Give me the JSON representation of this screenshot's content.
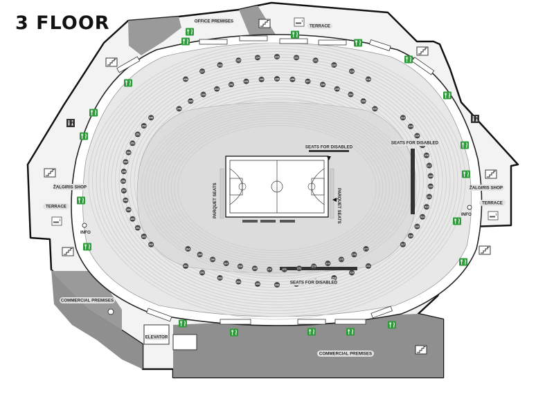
{
  "title": "3 FLOOR",
  "labels": {
    "office_premises": "OFFICE PREMISES",
    "terrace_top": "TERRACE",
    "terrace_left": "TERRACE",
    "terrace_right": "TERRACE",
    "zalgiris_shop_left": "ŽALGIRIS SHOP",
    "zalgiris_shop_right": "ŽALGIRIS SHOP",
    "info_left": "INFO",
    "info_right": "INFO",
    "commercial_left": "COMMERCIAL PREMISES",
    "commercial_bottom": "COMMERCIAL PREMISES",
    "elevator": "ELEVATOR",
    "seats_disabled_top": "SEATS FOR DISABLED",
    "seats_disabled_right": "SEATS FOR DISABLED",
    "seats_disabled_bottom": "SEATS FOR DISABLED",
    "parquet_left": "PARQUET SEATS",
    "parquet_right": "PARQUET SEATS"
  },
  "colors": {
    "outline": "#111111",
    "premises": "#8f8f8f",
    "corridor": "#f2f2f2",
    "food_icon": "#2e9b3a",
    "court": "#ffffff",
    "seating": "#d9d9d9"
  },
  "icons": {
    "food": "fork-knife-icon",
    "toilet": "toilet-icon",
    "stairs": "stairs-icon",
    "elevator": "elevator-icon",
    "smoking": "smoking-area-icon",
    "info": "info-icon",
    "cloakroom": "hanger-icon"
  },
  "sections": {
    "top_outer": [
      "228",
      "227",
      "226",
      "225",
      "224",
      "223",
      "222",
      "221",
      "220",
      "219",
      "218"
    ],
    "top_inner": [
      "246",
      "245",
      "244",
      "243",
      "242",
      "241",
      "240",
      "239",
      "238",
      "237",
      "236",
      "235",
      "234",
      "233",
      "232"
    ],
    "bottom_outer": [
      "201",
      "202",
      "203",
      "204",
      "205",
      "206",
      "207",
      "208",
      "209",
      "210",
      "211"
    ],
    "bottom_inner": [
      "264",
      "265",
      "266",
      "267",
      "268",
      "269",
      "270",
      "271",
      "272",
      "273",
      "274",
      "275",
      "276",
      "277"
    ],
    "left": [
      "249",
      "250",
      "251",
      "252",
      "253",
      "254",
      "255",
      "256",
      "257",
      "258",
      "259",
      "260",
      "261",
      "262",
      "263"
    ],
    "right": [
      "212",
      "213",
      "214",
      "215",
      "216",
      "217",
      "229",
      "230",
      "231",
      "313",
      "314",
      "315",
      "316",
      "317"
    ]
  }
}
